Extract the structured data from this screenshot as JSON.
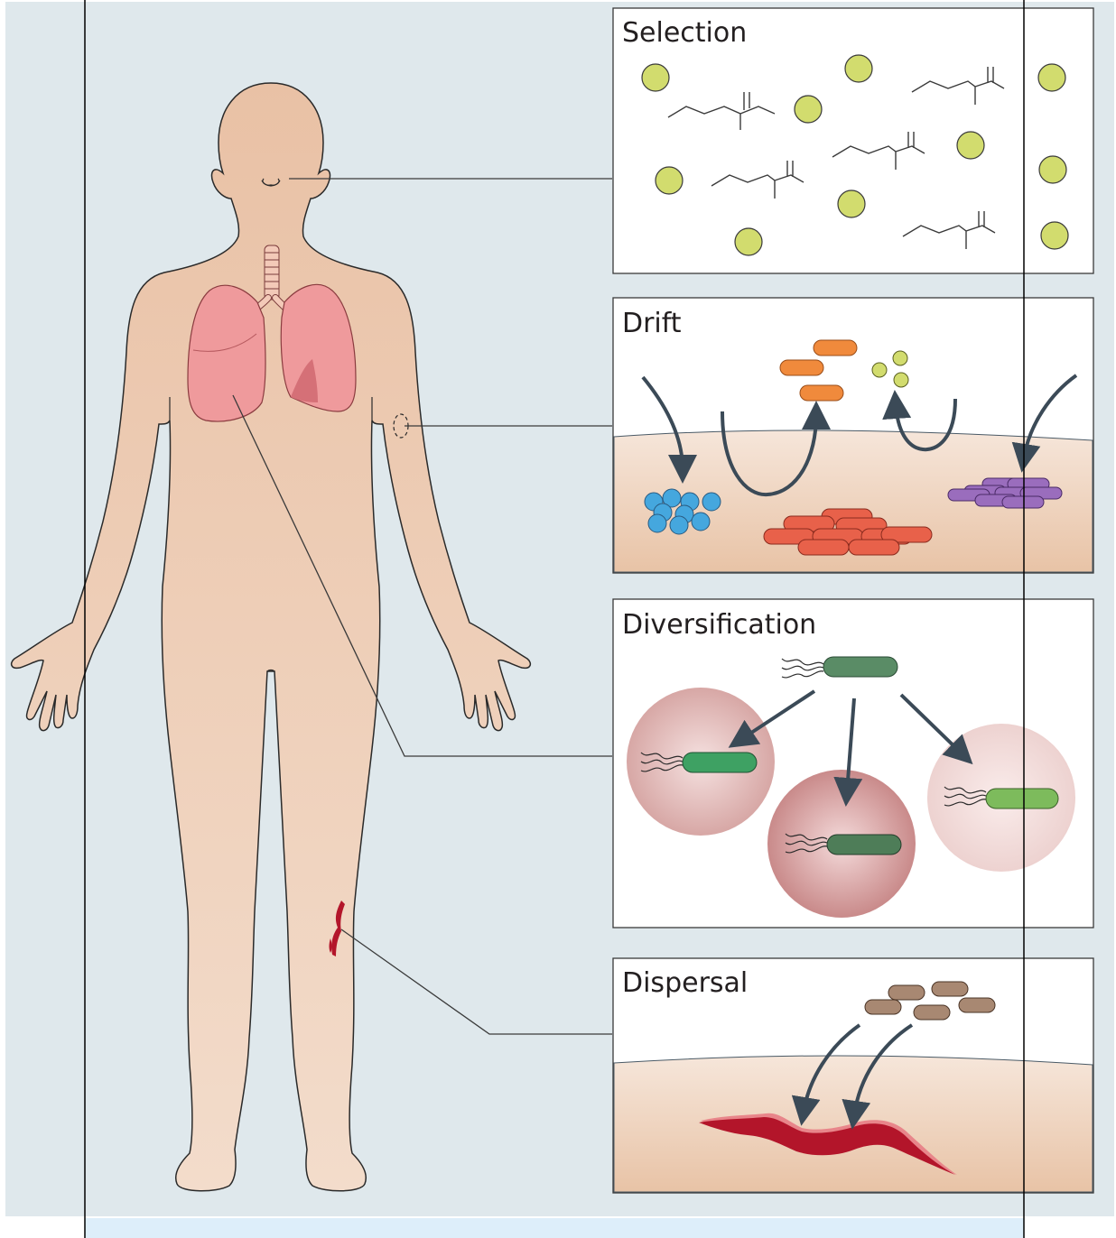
{
  "panels": {
    "selection": {
      "title": "Selection"
    },
    "drift": {
      "title": "Drift"
    },
    "diversification": {
      "title": "Diversification"
    },
    "dispersal": {
      "title": "Dispersal"
    }
  },
  "colors": {
    "background": "#dfe8ec",
    "skin": "#e9c3a8",
    "skin_light": "#f0d8c6",
    "lung": "#ef9a9c",
    "small_molecule": "#d2dc6e",
    "cocci": "#45a7de",
    "orange_rods": "#f08a3c",
    "red_rods": "#e8614a",
    "purple_rods": "#9a6dbd",
    "green_bacterium": "#5a8c66",
    "brown_rods": "#a88872",
    "wound": "#b3152a",
    "arrow": "#3b4a57"
  }
}
